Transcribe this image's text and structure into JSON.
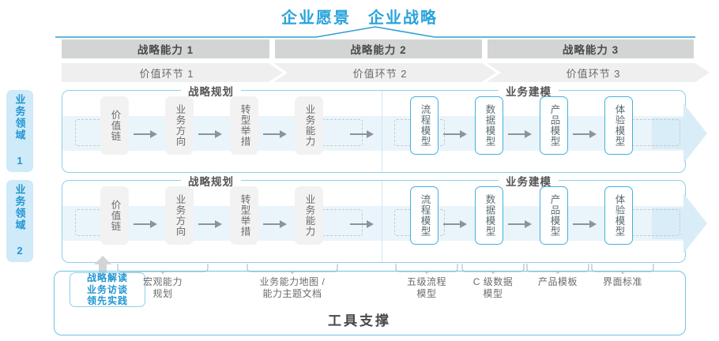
{
  "header": {
    "vision_title": "企业愿景",
    "strategy_title": "企业战略",
    "capabilities": [
      {
        "label": "战略能力 1"
      },
      {
        "label": "战略能力 2"
      },
      {
        "label": "战略能力 3"
      }
    ],
    "value_chain": [
      {
        "label": "价值环节 1"
      },
      {
        "label": "价值环节 2"
      },
      {
        "label": "价值环节 3"
      }
    ]
  },
  "sidebar": {
    "items": [
      {
        "label": "业务领域 1"
      },
      {
        "label": "业务领域 2"
      }
    ]
  },
  "sections": {
    "planning_title": "战略规划",
    "modeling_title": "业务建模"
  },
  "nodes": {
    "planning": [
      {
        "label": "价值链"
      },
      {
        "label": "业务方向"
      },
      {
        "label": "转型举措"
      },
      {
        "label": "业务能力"
      }
    ],
    "modeling": [
      {
        "label": "流程模型"
      },
      {
        "label": "数据模型"
      },
      {
        "label": "产品模型"
      },
      {
        "label": "体验模型"
      }
    ]
  },
  "annotations": {
    "strategy_box": "战略解读\n业务访谈\n领先实践",
    "strategy_box_lines": [
      "战略解读",
      "业务访谈",
      "领先实践"
    ],
    "labels": [
      {
        "label": "宏观能力\n规划",
        "lines": [
          "宏观能力",
          "规划"
        ]
      },
      {
        "label": "业务能力地图 /\n能力主题文档",
        "lines": [
          "业务能力地图 /",
          "能力主题文档"
        ]
      },
      {
        "label": "五级流程\n模型",
        "lines": [
          "五级流程",
          "模型"
        ]
      },
      {
        "label": "C 级数据\n模型",
        "lines": [
          "C 级数据",
          "模型"
        ]
      },
      {
        "label": "产品模板",
        "lines": [
          "产品模板"
        ]
      },
      {
        "label": "界面标准",
        "lines": [
          "界面标准"
        ]
      }
    ]
  },
  "footer": {
    "tool_support_title": "工具支撑"
  },
  "colors": {
    "accent_blue": "#29a3dc",
    "node_blue_border": "#45b0df",
    "band_blue": "#eaf4fb",
    "sidebar_blue": "#cfeaf8",
    "cap_gray": "#d3d5d5",
    "val_gray": "#efefef"
  }
}
